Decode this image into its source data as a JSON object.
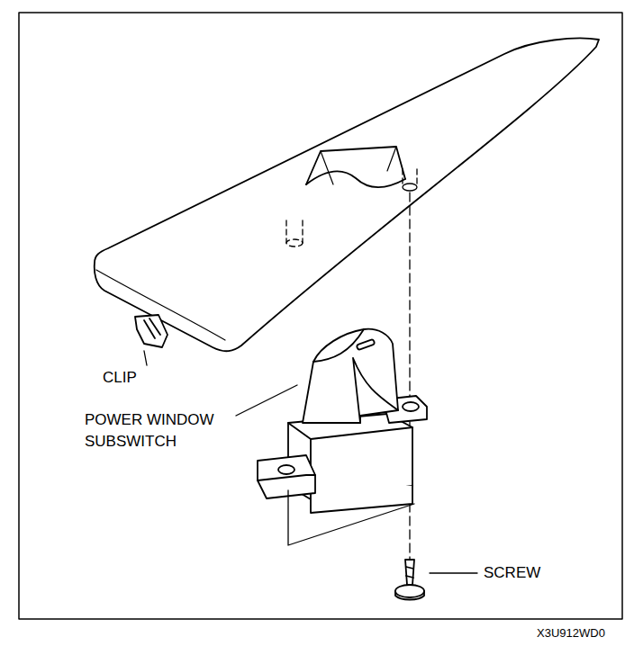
{
  "diagram": {
    "labels": [
      "CLIP",
      "POWER WINDOW SUBSWITCH",
      "SCREW",
      "X3U912WD0"
    ]
  }
}
